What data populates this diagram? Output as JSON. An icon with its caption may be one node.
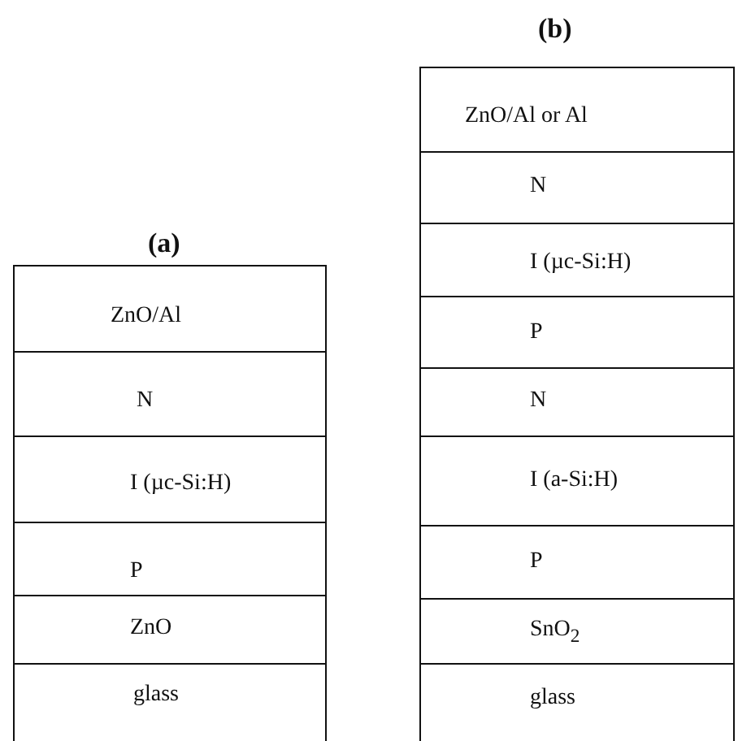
{
  "diagram": {
    "nodes": [
      {
        "text": [
          "ZnO/Al"
        ]
      },
      {
        "text": [
          "N"
        ]
      },
      {
        "text": [
          "I (µc-Si:H)"
        ]
      },
      {
        "text": [
          "P"
        ]
      },
      {
        "text": [
          "ZnO"
        ]
      },
      {
        "text": [
          "glass"
        ]
      },
      {
        "text": [
          "ZnO/Al or Al"
        ]
      },
      {
        "text": [
          "N"
        ]
      },
      {
        "text": [
          "I (µc-Si:H)"
        ]
      },
      {
        "text": [
          "P"
        ]
      },
      {
        "text": [
          "N"
        ]
      },
      {
        "text": [
          "I (a-Si:H)"
        ]
      },
      {
        "text": [
          "P"
        ]
      },
      {
        "text": [
          "SnO$_{2}$"
        ]
      },
      {
        "text": [
          "glass"
        ]
      }
    ],
    "labels": [
      "(a)",
      "(b)"
    ]
  }
}
